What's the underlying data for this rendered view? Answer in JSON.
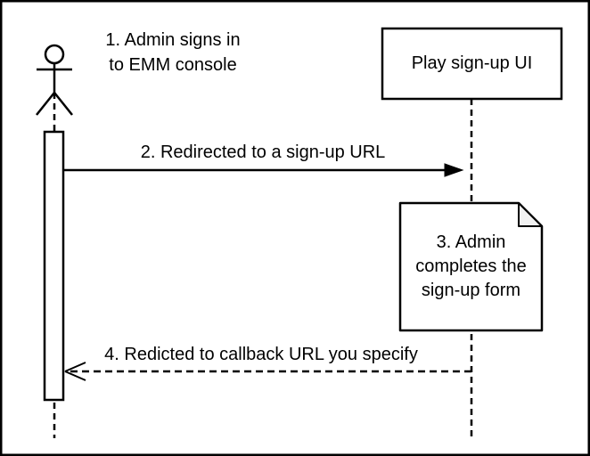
{
  "diagram_type": "sequence-diagram",
  "colors": {
    "stroke": "#000000",
    "background": "#ffffff",
    "text": "#000000",
    "note_fold_fill": "#f2f2f2"
  },
  "actor": {
    "label": "1. Admin signs in\nto EMM console"
  },
  "participant": {
    "label": "Play sign-up UI"
  },
  "messages": [
    {
      "label": "2. Redirected to a sign-up URL",
      "line_style": "solid",
      "arrowhead": "filled",
      "direction": "left-to-right"
    },
    {
      "label": "4. Redicted to callback URL you specify",
      "line_style": "dashed",
      "arrowhead": "open",
      "direction": "right-to-left"
    }
  ],
  "note": {
    "label": "3. Admin\ncompletes the\nsign-up form"
  }
}
